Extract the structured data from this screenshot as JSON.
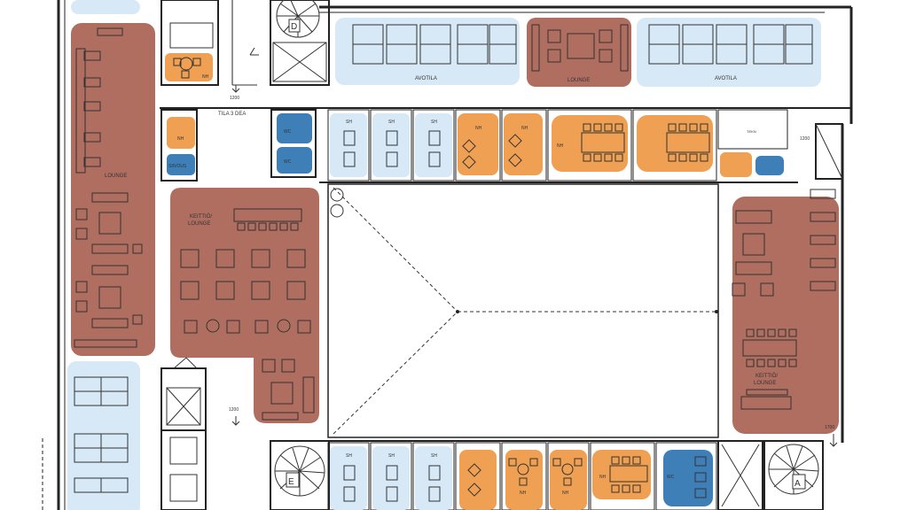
{
  "colors": {
    "lounge": "#b06e60",
    "neuvottelu": "#f0a052",
    "wc": "#3f7fb8",
    "avotila": "#d7e9f6",
    "wall": "#222222",
    "background": "#ffffff"
  },
  "labels": {
    "stair_d": "D",
    "stair_e": "E",
    "stair_a": "A",
    "avotila": "AVOTILA",
    "lounge": "LOUNGE",
    "tila_3_dea": "TILA 3 DEA",
    "keittio_lounge_line1": "KEITTIÖ/",
    "keittio_lounge_line2": "LOUNGE",
    "nh": "NH",
    "sh": "SH",
    "wc": "WC",
    "siivous": "SIIVOUS",
    "dim_1200": "1200",
    "dim_1700": "1700",
    "tekn": "TEKN"
  }
}
